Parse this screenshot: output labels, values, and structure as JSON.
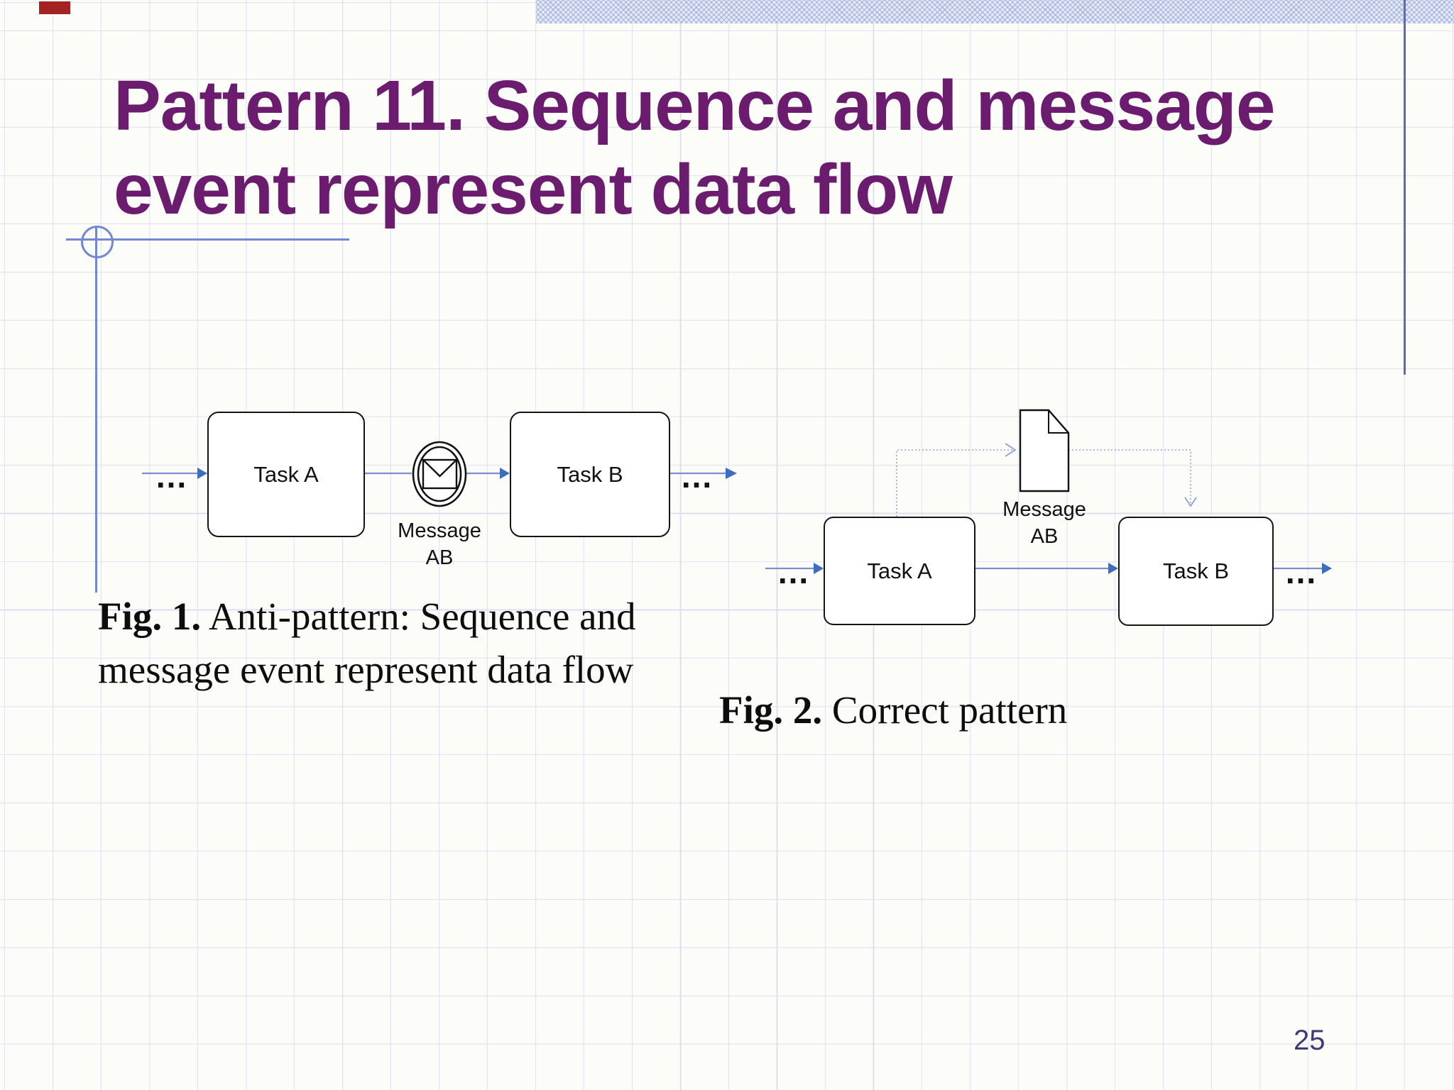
{
  "slide": {
    "title": "Pattern 11. Sequence and message event represent data flow",
    "page_number": "25",
    "colors": {
      "title": "#6b1c6e",
      "accent_line_blue": "#7288d2",
      "right_rule_blue": "#5a6abf",
      "flow_line_blue": "#7b8fd0",
      "arrowhead_blue": "#3e6cbf",
      "page_number": "#3b3b78",
      "accent_red": "#a32222"
    }
  },
  "fig1": {
    "task_a_label": "Task A",
    "task_b_label": "Task B",
    "message_label_line1": "Message",
    "message_label_line2": "AB",
    "ellipsis_in": "...",
    "ellipsis_out": "...",
    "caption_bold": "Fig. 1.",
    "caption_line1_rest": " Anti-pattern: Sequence and",
    "caption_line2": "message event represent data flow"
  },
  "fig2": {
    "task_a_label": "Task A",
    "task_b_label": "Task B",
    "message_label_line1": "Message",
    "message_label_line2": "AB",
    "ellipsis_in": "...",
    "ellipsis_out": "...",
    "caption_bold": "Fig. 2.",
    "caption_rest": " Correct pattern"
  }
}
